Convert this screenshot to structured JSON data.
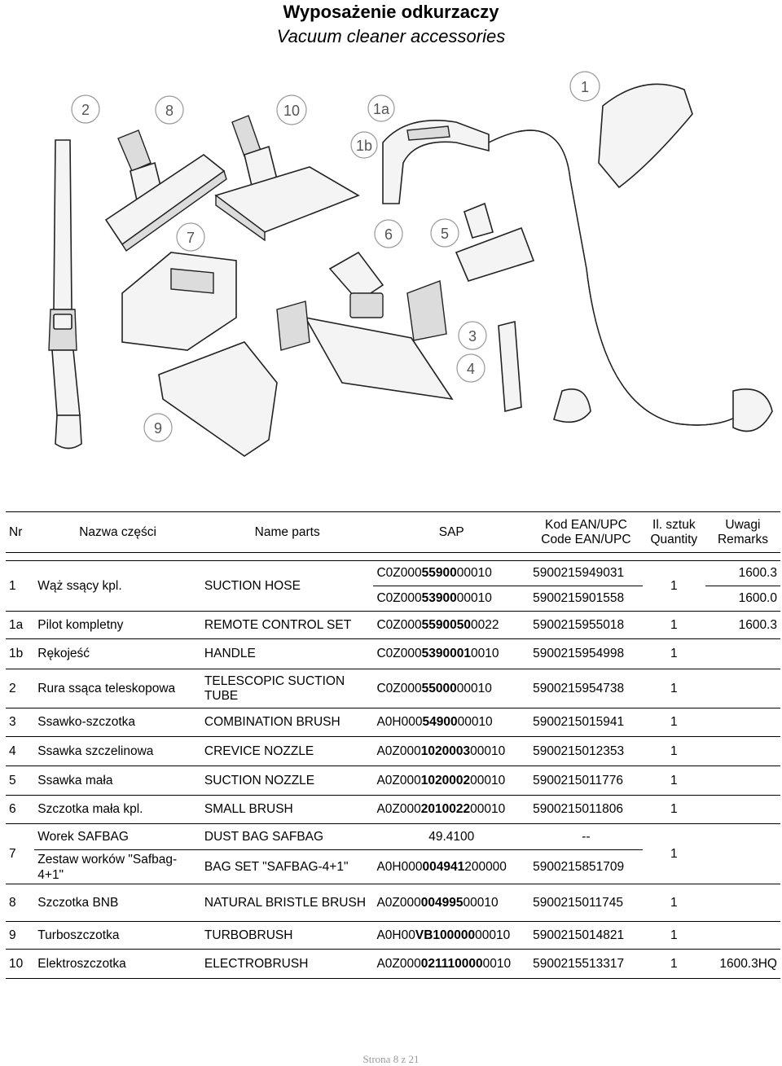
{
  "title": {
    "pl": "Wyposażenie odkurzaczy",
    "en": "Vacuum cleaner accessories"
  },
  "callouts": [
    "1",
    "2",
    "8",
    "10",
    "1a",
    "1b",
    "7",
    "6",
    "5",
    "3",
    "4",
    "9"
  ],
  "table": {
    "headers": {
      "nr": "Nr",
      "pl": "Nazwa części",
      "en": "Name parts",
      "sap": "SAP",
      "ean_1": "Kod EAN/UPC",
      "ean_2": "Code EAN/UPC",
      "qty_1": "Il. sztuk",
      "qty_2": "Quantity",
      "rem_1": "Uwagi",
      "rem_2": "Remarks"
    },
    "rows": {
      "r1": {
        "nr": "1",
        "pl": "Wąż ssący kpl.",
        "en": "SUCTION HOSE",
        "qty": "1",
        "sub": [
          {
            "sap_a": "C0Z000",
            "sap_b": "55900",
            "sap_c": "00010",
            "ean": "5900215949031",
            "rem": "1600.3"
          },
          {
            "sap_a": "C0Z000",
            "sap_b": "53900",
            "sap_c": "00010",
            "ean": "5900215901558",
            "rem": "1600.0"
          }
        ]
      },
      "r1a": {
        "nr": "1a",
        "pl": "Pilot kompletny",
        "en": "REMOTE CONTROL SET",
        "sap_a": "C0Z000",
        "sap_b": "5590050",
        "sap_c": "0022",
        "ean": "5900215955018",
        "qty": "1",
        "rem": "1600.3"
      },
      "r1b": {
        "nr": "1b",
        "pl": "Rękojeść",
        "en": "HANDLE",
        "sap_a": "C0Z000",
        "sap_b": "5390001",
        "sap_c": "0010",
        "ean": "5900215954998",
        "qty": "1",
        "rem": ""
      },
      "r2": {
        "nr": "2",
        "pl": "Rura ssąca teleskopowa",
        "en": "TELESCOPIC SUCTION TUBE",
        "sap_a": "C0Z000",
        "sap_b": "55000",
        "sap_c": "00010",
        "ean": "5900215954738",
        "qty": "1",
        "rem": ""
      },
      "r3": {
        "nr": "3",
        "pl": "Ssawko-szczotka",
        "en": "COMBINATION BRUSH",
        "sap_a": "A0H000",
        "sap_b": "54900",
        "sap_c": "00010",
        "ean": "5900215015941",
        "qty": "1",
        "rem": ""
      },
      "r4": {
        "nr": "4",
        "pl": "Ssawka szczelinowa",
        "en": "CREVICE NOZZLE",
        "sap_a": "A0Z000",
        "sap_b": "1020003",
        "sap_c": "00010",
        "ean": "5900215012353",
        "qty": "1",
        "rem": ""
      },
      "r5": {
        "nr": "5",
        "pl": "Ssawka mała",
        "en": "SUCTION NOZZLE",
        "sap_a": "A0Z000",
        "sap_b": "1020002",
        "sap_c": "00010",
        "ean": "5900215011776",
        "qty": "1",
        "rem": ""
      },
      "r6": {
        "nr": "6",
        "pl": "Szczotka mała kpl.",
        "en": "SMALL BRUSH",
        "sap_a": "A0Z000",
        "sap_b": "2010022",
        "sap_c": "00010",
        "ean": "5900215011806",
        "qty": "1",
        "rem": ""
      },
      "r7": {
        "nr": "7",
        "qty": "1",
        "pl_a": "Worek SAFBAG",
        "en_a": "DUST BAG SAFBAG",
        "sap_merged": "49.4100",
        "ean_dash": "--",
        "pl_b": "Zestaw worków \"Safbag-4+1\"",
        "en_b": "BAG SET \"SAFBAG-4+1\"",
        "sap_a": "A0H000",
        "sap_b": "004941",
        "sap_c": "200000",
        "ean": "5900215851709"
      },
      "r8": {
        "nr": "8",
        "pl": "Szczotka BNB",
        "en": "NATURAL BRISTLE BRUSH",
        "sap_a": "A0Z000",
        "sap_b": "004995",
        "sap_c": "00010",
        "ean": "5900215011745",
        "qty": "1",
        "rem": ""
      },
      "r9": {
        "nr": "9",
        "pl": "Turboszczotka",
        "en": "TURBOBRUSH",
        "sap_a": "A0H00",
        "sap_b": "VB100000",
        "sap_c": "00010",
        "ean": "5900215014821",
        "qty": "1",
        "rem": ""
      },
      "r10": {
        "nr": "10",
        "pl": "Elektroszczotka",
        "en": "ELECTROBRUSH",
        "sap_a": "A0Z000",
        "sap_b": "021110000",
        "sap_c": "0010",
        "ean": "5900215513317",
        "qty": "1",
        "rem": "1600.3HQ"
      }
    }
  },
  "footer": {
    "prefix": "Strona",
    "page": "8",
    "of": "z",
    "total": "21"
  }
}
